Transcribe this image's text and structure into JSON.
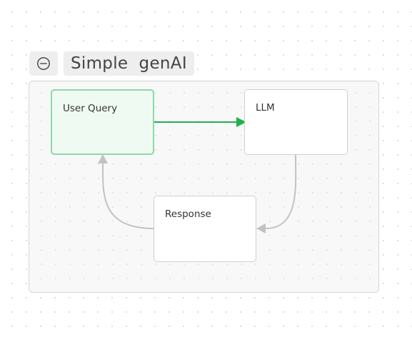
{
  "group": {
    "title": "Simple  genAI",
    "collapse_icon": "minus-circle-icon"
  },
  "nodes": {
    "user_query": {
      "label": "User Query",
      "state": "selected"
    },
    "llm": {
      "label": "LLM"
    },
    "response": {
      "label": "Response"
    }
  },
  "edges": [
    {
      "from": "User Query",
      "to": "LLM",
      "color": "#22b14c",
      "highlighted": true
    },
    {
      "from": "LLM",
      "to": "Response",
      "color": "#c2c2c2",
      "highlighted": false
    },
    {
      "from": "Response",
      "to": "User Query",
      "color": "#c2c2c2",
      "highlighted": false
    }
  ],
  "colors": {
    "accent": "#22b14c",
    "selected_node_fill": "#effaf2",
    "selected_node_border": "#8ed8a8",
    "edge_default": "#c2c2c2"
  }
}
